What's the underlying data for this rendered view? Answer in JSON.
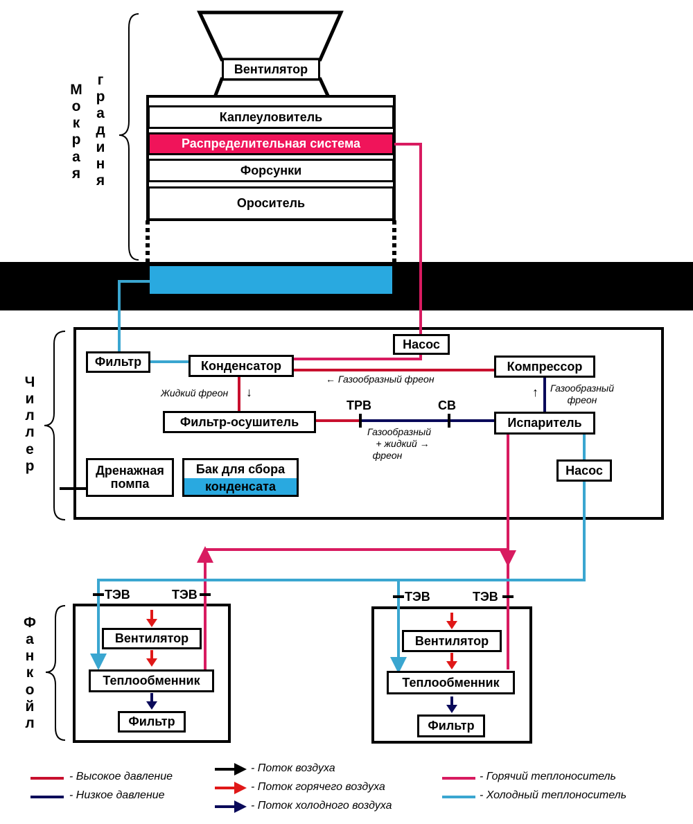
{
  "tower": {
    "label_line1": "Мокрая",
    "label_line2": "градиня",
    "fan": "Вентилятор",
    "drop_catcher": "Каплеуловитель",
    "distribution": "Распределительная система",
    "nozzles": "Форсунки",
    "sprinkler": "Ороситель"
  },
  "chiller": {
    "label": "Чиллер",
    "pump_top": "Насос",
    "filter": "Фильтр",
    "condenser": "Конденсатор",
    "compressor": "Компрессор",
    "filter_dryer": "Фильтр-осушитель",
    "evaporator": "Испаритель",
    "pump_right": "Насос",
    "drain_pump_line1": "Дренажная",
    "drain_pump_line2": "помпа",
    "tank_line1": "Бак для сбора",
    "tank_line2": "конденсата",
    "gas_freon": "← Газообразный фреон",
    "liquid_freon": "Жидкий фреон",
    "gas_freon_right_1": "Газообразный",
    "gas_freon_right_2": "фреон",
    "mix_line1": "Газообразный",
    "mix_line2": "+ жидкий →",
    "mix_line3": "фреон",
    "trv": "ТРВ",
    "sv": "СВ",
    "arrow_down": "↓",
    "arrow_up": "↑"
  },
  "fancoil": {
    "label": "Фанкойл",
    "tev": "ТЭВ",
    "fan": "Вентилятор",
    "exchanger": "Теплообменник",
    "filter": "Фильтр"
  },
  "legend": {
    "high_pressure": "- Высокое давление",
    "low_pressure": "- Низкое давление",
    "air_flow": "- Поток воздуха",
    "hot_air": "- Поток горячего воздуха",
    "cold_air": "- Поток холодного воздуха",
    "hot_carrier": "- Горячий теплоноситель",
    "cold_carrier": "- Холодный теплоноситель"
  },
  "colors": {
    "high_pressure": "#c8102e",
    "low_pressure": "#0a0a5a",
    "hot_carrier": "#d81b60",
    "cold_carrier": "#3aa6d0",
    "distribution_fill": "#f0145a",
    "water_fill": "#29a9e0"
  }
}
